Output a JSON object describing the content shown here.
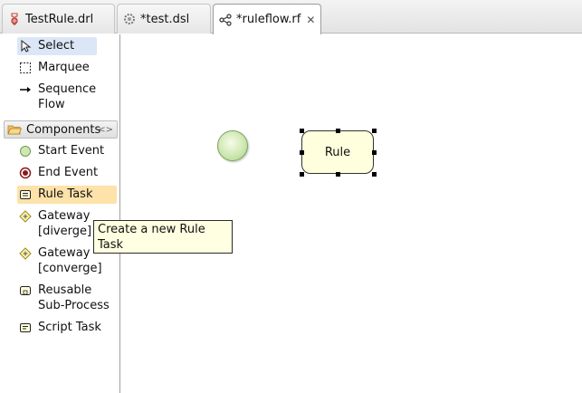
{
  "tabs": [
    {
      "label": "TestRule.drl",
      "icon": "drl-file-icon",
      "active": false,
      "closable": false
    },
    {
      "label": "*test.dsl",
      "icon": "dsl-gear-icon",
      "active": false,
      "closable": false
    },
    {
      "label": "*ruleflow.rf",
      "icon": "ruleflow-icon",
      "active": true,
      "closable": true
    }
  ],
  "palette": {
    "tools": [
      {
        "label": "Select",
        "icon": "arrow-pointer-icon",
        "selected": true
      },
      {
        "label": "Marquee",
        "icon": "marquee-icon"
      },
      {
        "label_line1": "Sequence",
        "label_line2": "Flow",
        "icon": "arrow-right-icon"
      }
    ],
    "drawer": {
      "label": "Components",
      "icon": "folder-open-icon",
      "pin_icon": "pin-icon"
    },
    "components": [
      {
        "label": "Start Event",
        "icon": "start-event-icon"
      },
      {
        "label": "End Event",
        "icon": "end-event-icon"
      },
      {
        "label": "Rule Task",
        "icon": "rule-task-icon",
        "hovered": true
      },
      {
        "label_line1": "Gateway",
        "label_line2": "[diverge]",
        "icon": "gateway-diverge-icon"
      },
      {
        "label_line1": "Gateway",
        "label_line2": "[converge]",
        "icon": "gateway-converge-icon"
      },
      {
        "label_line1": "Reusable",
        "label_line2": "Sub-Process",
        "icon": "subprocess-icon"
      },
      {
        "label": "Script Task",
        "icon": "script-task-icon"
      }
    ]
  },
  "canvas": {
    "nodes": [
      {
        "type": "start-event",
        "label": ""
      },
      {
        "type": "rule-task",
        "label": "Rule",
        "selected": true
      }
    ]
  },
  "tooltip": {
    "line1": "Create a new Rule",
    "line2": "Task"
  },
  "colors": {
    "selected_bg": "#dbe7f7",
    "hover_bg": "#fde2a9",
    "rule_fill": "#ffffdd",
    "tooltip_bg": "#ffffe1",
    "start_fill": "#cfe8b2"
  }
}
